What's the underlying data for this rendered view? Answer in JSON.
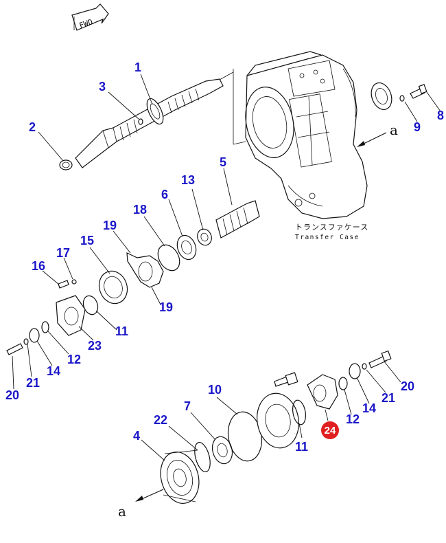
{
  "fwd_label": "FWD",
  "housing_label_jp": "トランスファケース",
  "housing_label_en": "Transfer Case",
  "callout_top": "a",
  "callout_bottom": "a",
  "highlight_color": "#e02020",
  "number_color": "#1a16c8",
  "parts": [
    {
      "id": "p1",
      "num": "1"
    },
    {
      "id": "p2",
      "num": "2"
    },
    {
      "id": "p3",
      "num": "3"
    },
    {
      "id": "p4",
      "num": "4"
    },
    {
      "id": "p5",
      "num": "5"
    },
    {
      "id": "p6",
      "num": "6"
    },
    {
      "id": "p7",
      "num": "7"
    },
    {
      "id": "p8",
      "num": "8"
    },
    {
      "id": "p9",
      "num": "9"
    },
    {
      "id": "p10",
      "num": "10"
    },
    {
      "id": "p11a",
      "num": "11"
    },
    {
      "id": "p11b",
      "num": "11"
    },
    {
      "id": "p12a",
      "num": "12"
    },
    {
      "id": "p12b",
      "num": "12"
    },
    {
      "id": "p13",
      "num": "13"
    },
    {
      "id": "p14a",
      "num": "14"
    },
    {
      "id": "p14b",
      "num": "14"
    },
    {
      "id": "p15",
      "num": "15"
    },
    {
      "id": "p16",
      "num": "16"
    },
    {
      "id": "p17",
      "num": "17"
    },
    {
      "id": "p18",
      "num": "18"
    },
    {
      "id": "p19a",
      "num": "19"
    },
    {
      "id": "p19b",
      "num": "19"
    },
    {
      "id": "p20a",
      "num": "20"
    },
    {
      "id": "p20b",
      "num": "20"
    },
    {
      "id": "p21a",
      "num": "21"
    },
    {
      "id": "p21b",
      "num": "21"
    },
    {
      "id": "p22",
      "num": "22"
    },
    {
      "id": "p23",
      "num": "23"
    },
    {
      "id": "p24",
      "num": "24"
    }
  ]
}
